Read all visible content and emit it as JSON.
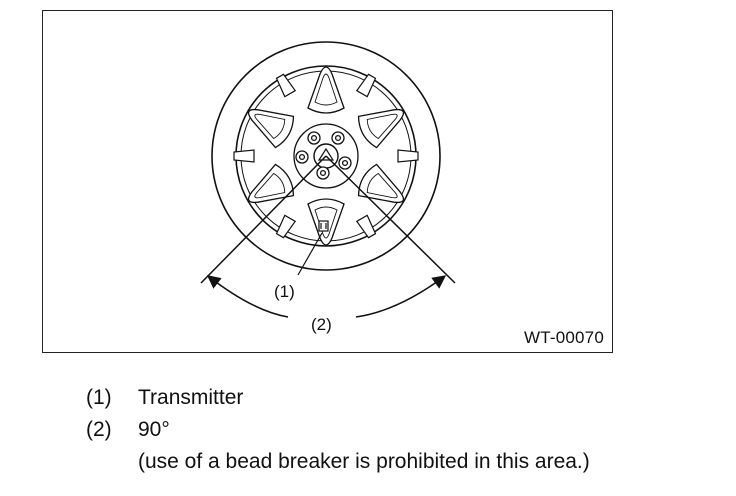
{
  "diagram": {
    "callouts": [
      {
        "id": "1",
        "label": "(1)"
      },
      {
        "id": "2",
        "label": "(2)"
      }
    ],
    "figure_code": "WT-00070"
  },
  "legend": [
    {
      "num": "(1)",
      "text": "Transmitter",
      "note": ""
    },
    {
      "num": "(2)",
      "text": "90°",
      "note": "(use of a bead breaker is prohibited in this area.)"
    }
  ],
  "colors": {
    "line": "#111111",
    "background": "#ffffff"
  }
}
